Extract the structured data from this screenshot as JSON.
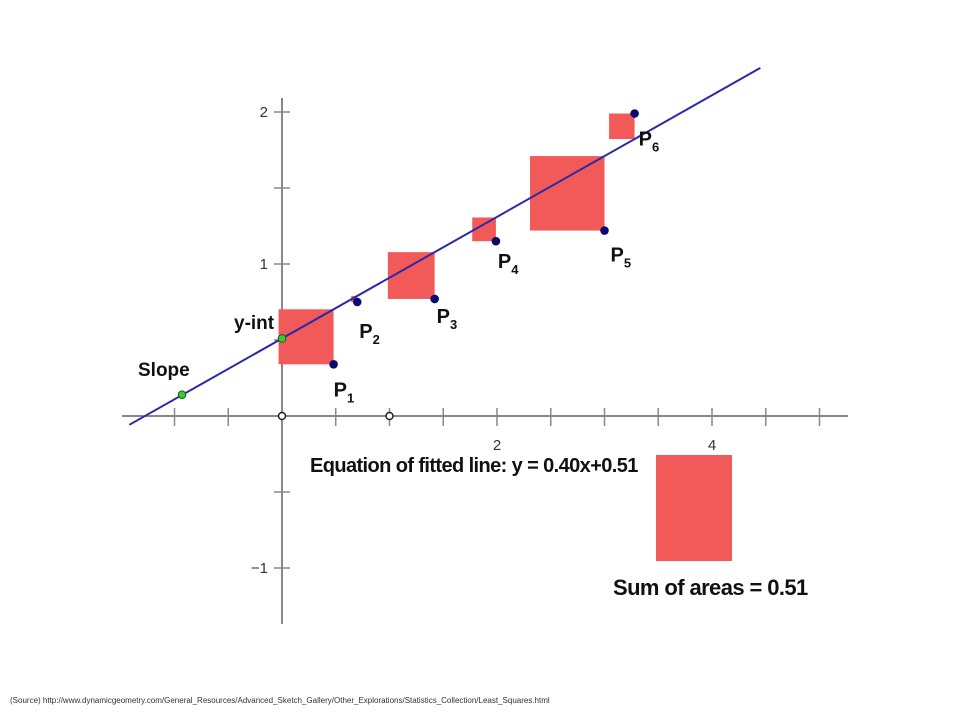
{
  "chart_data": {
    "type": "scatter",
    "title": "",
    "xlabel": "",
    "ylabel": "",
    "xlim": [
      -1.4,
      5.2
    ],
    "ylim": [
      -1.4,
      2.2
    ],
    "x_tick_labels": [
      {
        "value": 2,
        "label": "2"
      },
      {
        "value": 4,
        "label": "4"
      }
    ],
    "y_tick_labels": [
      {
        "value": 2,
        "label": "2"
      },
      {
        "value": 1,
        "label": "1"
      },
      {
        "value": -1,
        "label": "−1"
      }
    ],
    "points": [
      {
        "name": "P",
        "sub": "1",
        "x": 0.48,
        "y": 0.34
      },
      {
        "name": "P",
        "sub": "2",
        "x": 0.7,
        "y": 0.75
      },
      {
        "name": "P",
        "sub": "3",
        "x": 1.42,
        "y": 0.77
      },
      {
        "name": "P",
        "sub": "4",
        "x": 1.99,
        "y": 1.15
      },
      {
        "name": "P",
        "sub": "5",
        "x": 3.0,
        "y": 1.22
      },
      {
        "name": "P",
        "sub": "6",
        "x": 3.28,
        "y": 1.99
      }
    ],
    "fitted_line": {
      "slope": 0.4,
      "intercept": 0.51
    },
    "slope_control": {
      "label": "Slope",
      "x": -0.93,
      "y": 0.14
    },
    "yint_control": {
      "label": "y-int",
      "x": 0,
      "y": 0.51
    },
    "axis_markers": [
      {
        "x": 0,
        "y": 0
      },
      {
        "x": 1,
        "y": 0
      }
    ],
    "colors": {
      "line": "#2a2aa8",
      "square": "#f25a5a",
      "point": "#0a0a6e",
      "control": "#33cc33",
      "axis": "#888888"
    },
    "equation_text": "Equation of fitted line: y = 0.40x+0.51",
    "sum_text": "Sum of areas = 0.51"
  },
  "source_text": "(Source) http://www.dynamicgeometry.com/General_Resources/Advanced_Sketch_Gallery/Other_Explorations/Statistics_Collection/Least_Squares.html"
}
